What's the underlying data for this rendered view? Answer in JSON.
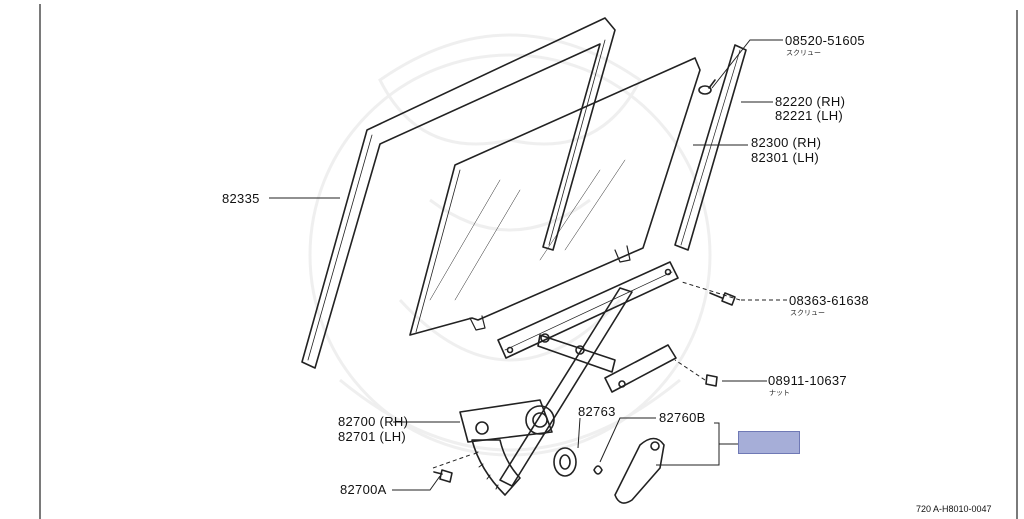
{
  "parts": [
    {
      "id": "screw_08520",
      "number": "08520-51605",
      "sub": "スクリュー"
    },
    {
      "id": "run_channel",
      "lines": [
        "82220 (RH)",
        "82221 (LH)"
      ]
    },
    {
      "id": "door_glass",
      "lines": [
        "82300 (RH)",
        "82301 (LH)"
      ]
    },
    {
      "id": "glass_run",
      "number": "82335"
    },
    {
      "id": "screw_08363",
      "number": "08363-61638",
      "sub": "スクリュー"
    },
    {
      "id": "nut_08911",
      "number": "08911-10637",
      "sub": "ナット"
    },
    {
      "id": "regulator",
      "lines": [
        "82700 (RH)",
        "82701 (LH)"
      ]
    },
    {
      "id": "escutcheon",
      "number": "82763"
    },
    {
      "id": "handle",
      "number": "82760B"
    },
    {
      "id": "regulator_bolt",
      "number": "82700A"
    }
  ],
  "highlight": {
    "color": "#a6aed8",
    "border": "#6f79b5"
  },
  "footer_code": "720 A-H8010-0047"
}
